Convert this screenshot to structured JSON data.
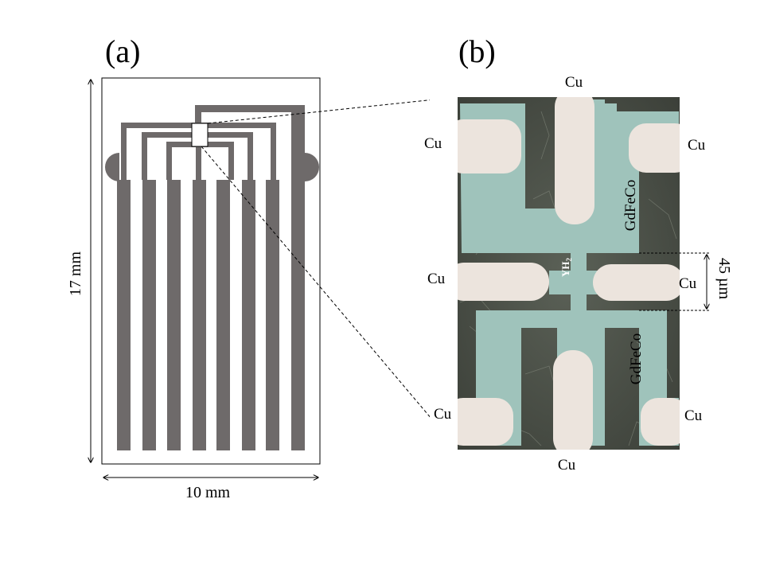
{
  "panel_a": {
    "label": "(a)",
    "height_label": "17 mm",
    "width_label": "10 mm"
  },
  "panel_b": {
    "label": "(b)",
    "contacts": {
      "top": "Cu",
      "upper_left": "Cu",
      "upper_right": "Cu",
      "middle_left": "Cu",
      "middle_right": "Cu",
      "lower_left": "Cu",
      "lower_right": "Cu",
      "bottom": "Cu"
    },
    "upper_layer": "GdFeCo",
    "lower_layer": "GdFeCo",
    "center_label": "YH",
    "center_label_subscript": "2",
    "gap_label": "45 µm"
  },
  "colors": {
    "pad": "#6e6a6a",
    "film": "#9fc3bb",
    "copper": "#ece4dd",
    "substrate": "#4a4f47"
  }
}
